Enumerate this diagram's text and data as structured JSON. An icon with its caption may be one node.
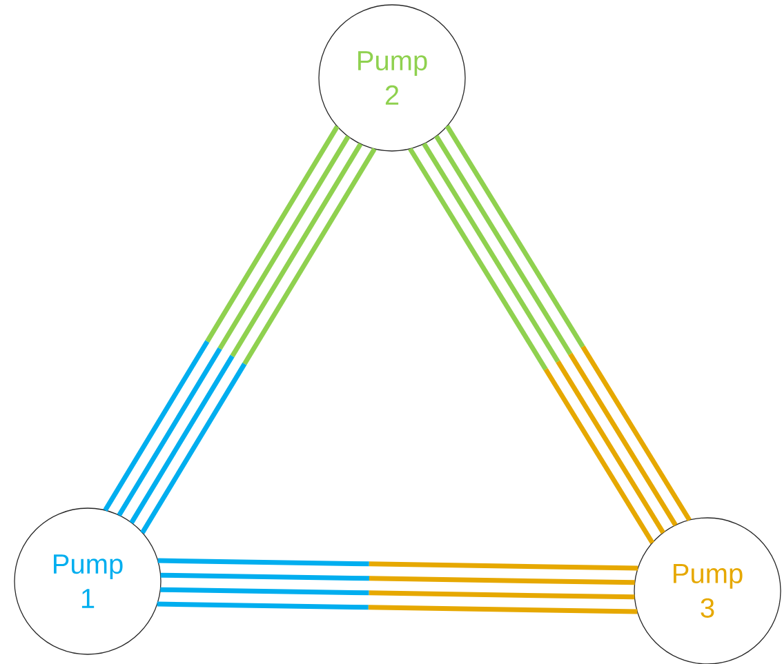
{
  "diagram": {
    "nodes": [
      {
        "text": [
          "Pump 1"
        ]
      },
      {
        "text": [
          "Pump 2"
        ]
      },
      {
        "text": [
          "Pump 3"
        ]
      }
    ],
    "edges": [
      {
        "from": 0,
        "to": 1,
        "arrow": "none",
        "color": "#8fd14f"
      },
      {
        "from": 0,
        "to": 1,
        "arrow": "none",
        "color": "#8fd14f"
      },
      {
        "from": 0,
        "to": 1,
        "arrow": "none",
        "color": "#8fd14f"
      },
      {
        "from": 0,
        "to": 1,
        "arrow": "none",
        "color": "#8fd14f"
      },
      {
        "from": 1,
        "to": 2,
        "arrow": "none",
        "color": "#8fd14f"
      },
      {
        "from": 1,
        "to": 2,
        "arrow": "none",
        "color": "#8fd14f"
      },
      {
        "from": 1,
        "to": 2,
        "arrow": "none",
        "color": "#8fd14f"
      },
      {
        "from": 1,
        "to": 2,
        "arrow": "none",
        "color": "#8fd14f"
      },
      {
        "from": 0,
        "to": 2,
        "arrow": "none",
        "color": "#e6a800"
      },
      {
        "from": 0,
        "to": 2,
        "arrow": "none",
        "color": "#e6a800"
      },
      {
        "from": 0,
        "to": 2,
        "arrow": "none",
        "color": "#e6a800"
      },
      {
        "from": 0,
        "to": 2,
        "arrow": "none",
        "color": "#e6a800"
      }
    ]
  }
}
